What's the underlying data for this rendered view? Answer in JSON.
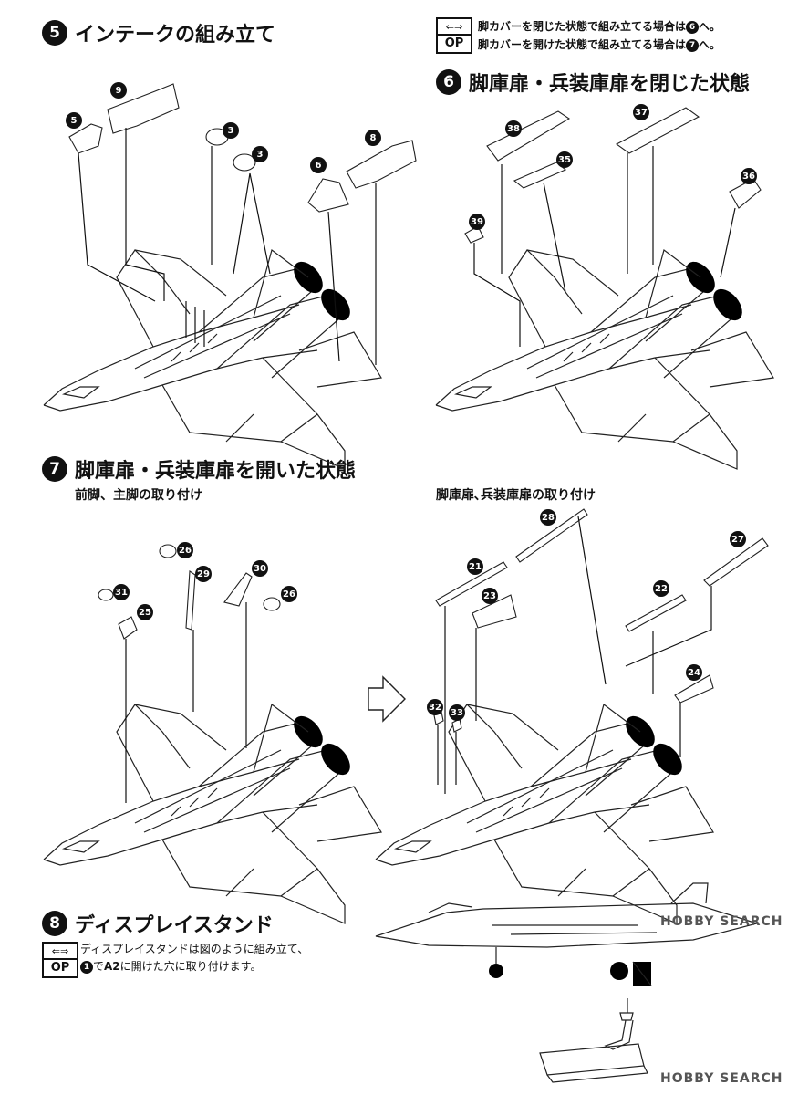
{
  "steps": {
    "s5": {
      "num": "5",
      "title": "インテークの組み立て"
    },
    "s6": {
      "num": "6",
      "title": "脚庫扉・兵装庫扉を閉じた状態"
    },
    "s7": {
      "num": "7",
      "title": "脚庫扉・兵装庫扉を開いた状態",
      "sub_left": "前脚、主脚の取り付け",
      "sub_right": "脚庫扉､兵装庫扉の取り付け"
    },
    "s8": {
      "num": "8",
      "title": "ディスプレイスタンド",
      "line1": "ディスプレイスタンドは図のように組み立て、",
      "line2_pre": "で",
      "line2_ref": "A2",
      "line2_post": "に開けた穴に取り付けます。",
      "line2_num": "1"
    }
  },
  "options": {
    "op_label": "OP",
    "line1_pre": "脚カバーを閉じた状態で組み立てる場合は",
    "line1_num": "6",
    "line1_post": "へ。",
    "line2_pre": "脚カバーを開けた状態で組み立てる場合は",
    "line2_num": "7",
    "line2_post": "へ。"
  },
  "parts": {
    "s5": [
      "9",
      "5",
      "3",
      "3",
      "8",
      "6"
    ],
    "s6": [
      "38",
      "37",
      "35",
      "36",
      "39"
    ],
    "s7a": [
      "26",
      "29",
      "30",
      "31",
      "25",
      "26"
    ],
    "s7b": [
      "28",
      "21",
      "27",
      "23",
      "22",
      "24",
      "32",
      "33"
    ]
  },
  "watermark": "HOBBY SEARCH"
}
